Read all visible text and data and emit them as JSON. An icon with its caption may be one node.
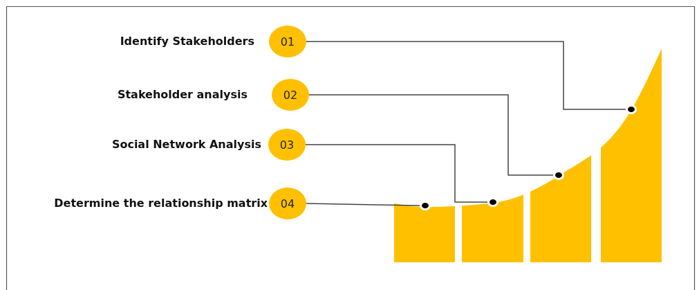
{
  "diagram": {
    "nodes": [
      {
        "text": [
          "01"
        ],
        "beside": [
          "Identify Stakeholders"
        ]
      },
      {
        "text": [
          "02"
        ],
        "beside": [
          "Stakeholder analysis"
        ]
      },
      {
        "text": [
          "03"
        ],
        "beside": [
          "Social Network Analysis"
        ]
      },
      {
        "text": [
          "04"
        ],
        "beside": [
          "Determine the relationship matrix"
        ]
      },
      {
        "text": [],
        "shape": "circle"
      },
      {
        "text": [],
        "shape": "circle"
      },
      {
        "text": [],
        "shape": "circle"
      },
      {
        "text": [],
        "shape": "circle"
      }
    ],
    "edges": [
      {
        "from": 0,
        "to": 7,
        "arrow": "none"
      },
      {
        "from": 1,
        "to": 6,
        "arrow": "none"
      },
      {
        "from": 2,
        "to": 5,
        "arrow": "none"
      },
      {
        "from": 3,
        "to": 4,
        "arrow": "none"
      }
    ]
  }
}
